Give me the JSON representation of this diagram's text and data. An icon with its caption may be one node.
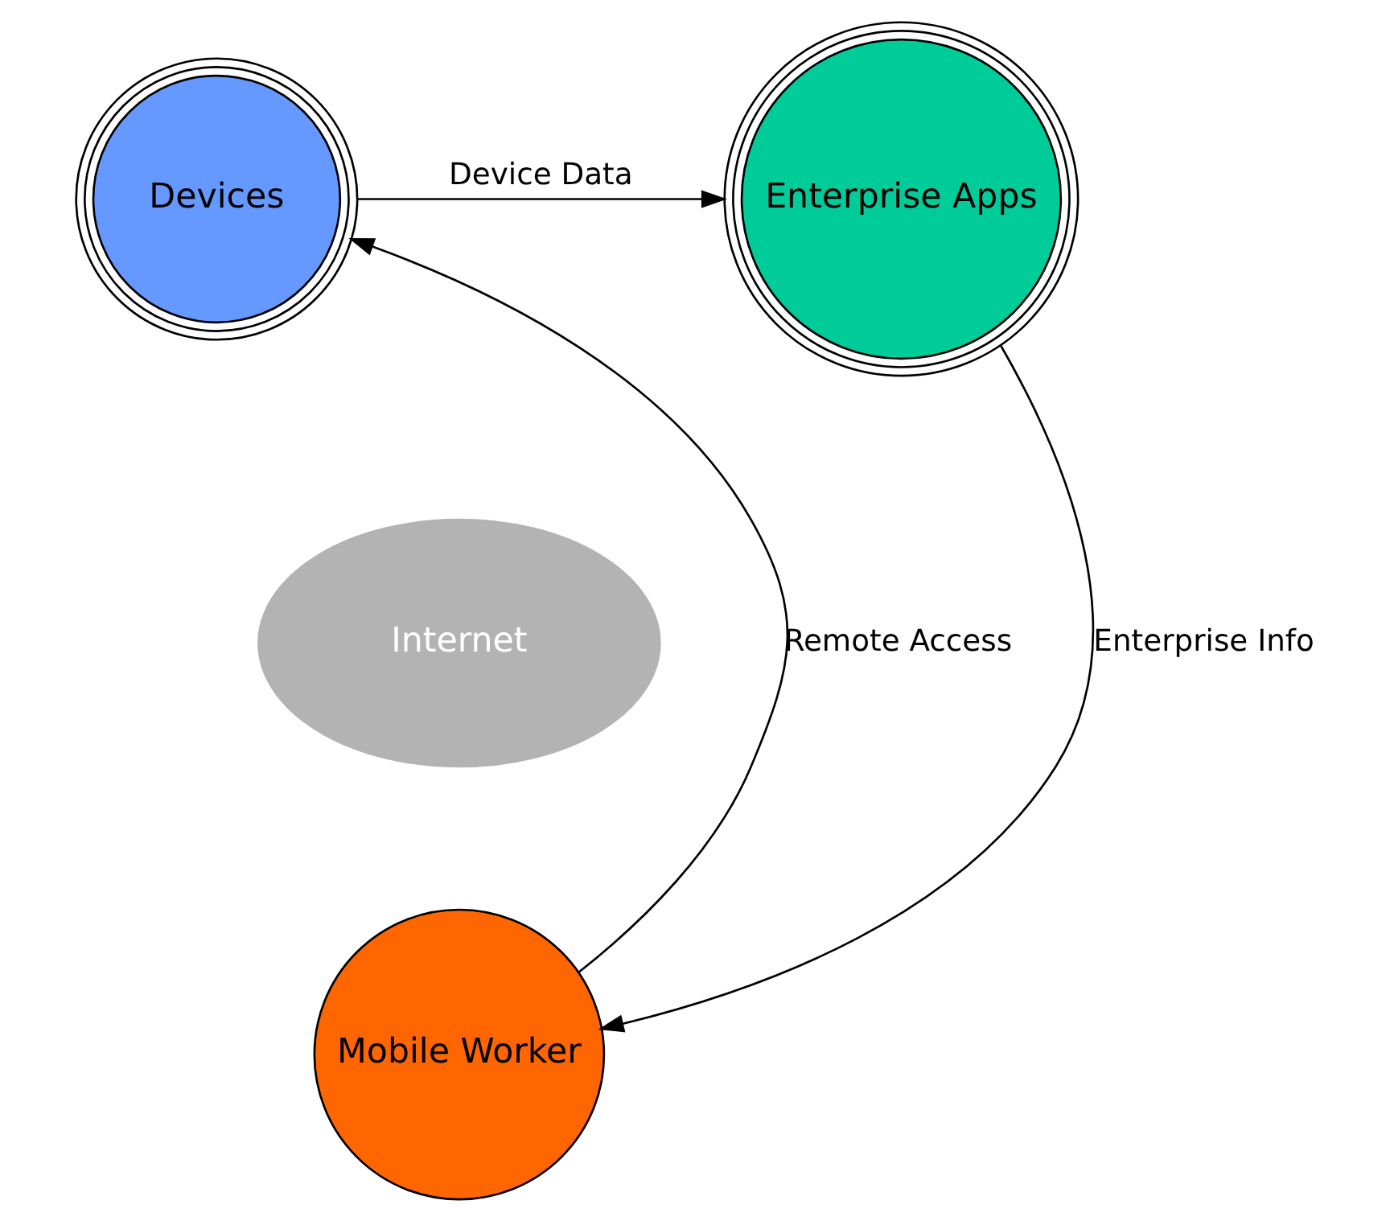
{
  "diagram": {
    "nodes": [
      {
        "text": [
          "Devices"
        ]
      },
      {
        "text": [
          "Enterprise Apps"
        ]
      },
      {
        "text": [
          "Internet"
        ]
      },
      {
        "text": [
          "Mobile Worker"
        ]
      }
    ],
    "edges": [
      {
        "from": 0,
        "to": 1,
        "arrow": "to",
        "label": "Device Data"
      },
      {
        "from": 3,
        "to": 0,
        "arrow": "to",
        "label": "Remote Access"
      },
      {
        "from": 1,
        "to": 3,
        "arrow": "to",
        "label": "Enterprise Info"
      }
    ]
  }
}
